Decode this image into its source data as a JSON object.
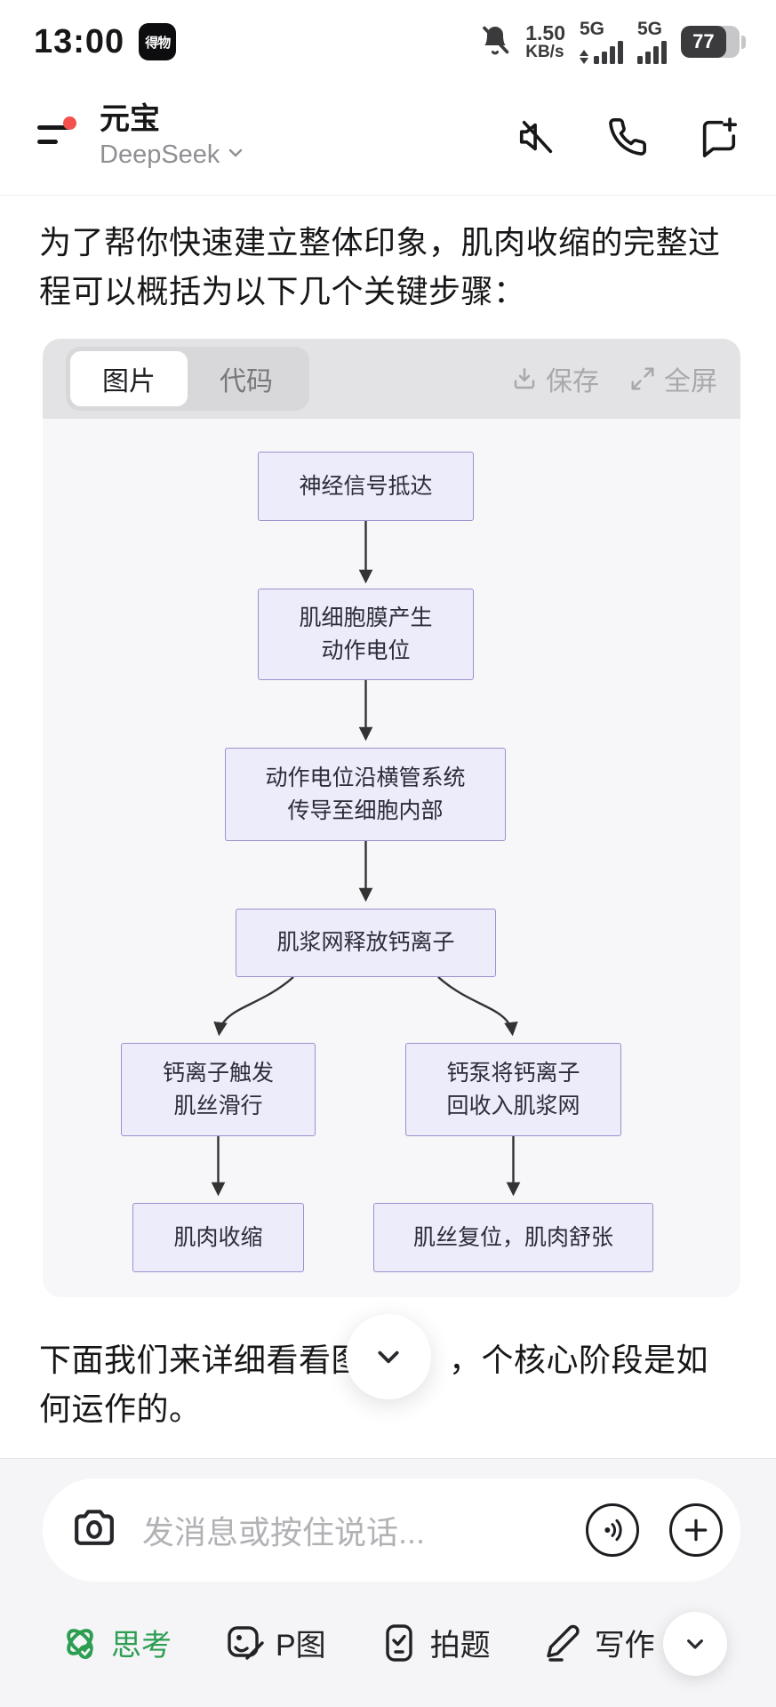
{
  "status_bar": {
    "time": "13:00",
    "app_badge": "得物",
    "net_speed_value": "1.50",
    "net_speed_unit": "KB/s",
    "sim1_label": "5G",
    "sim2_label": "5G",
    "battery_percent": "77"
  },
  "header": {
    "title": "元宝",
    "model": "DeepSeek"
  },
  "chat": {
    "intro": "为了帮你快速建立整体印象，肌肉收缩的完整过程可以概括为以下几个关键步骤：",
    "outro_before_button": "下面我们来详细看看图",
    "outro_after_button": "，个核心阶段是如何运作的。"
  },
  "artifact_card": {
    "tab_image": "图片",
    "tab_code": "代码",
    "save_label": "保存",
    "fullscreen_label": "全屏"
  },
  "flowchart": {
    "type": "flowchart",
    "nodes": [
      {
        "id": "A",
        "lines": [
          "神经信号抵达"
        ]
      },
      {
        "id": "B",
        "lines": [
          "肌细胞膜产生",
          "动作电位"
        ]
      },
      {
        "id": "C",
        "lines": [
          "动作电位沿横管系统",
          "传导至细胞内部"
        ]
      },
      {
        "id": "D",
        "lines": [
          "肌浆网释放钙离子"
        ]
      },
      {
        "id": "E",
        "lines": [
          "钙离子触发",
          "肌丝滑行"
        ]
      },
      {
        "id": "F",
        "lines": [
          "钙泵将钙离子",
          "回收入肌浆网"
        ]
      },
      {
        "id": "G",
        "lines": [
          "肌肉收缩"
        ]
      },
      {
        "id": "H",
        "lines": [
          "肌丝复位，肌肉舒张"
        ]
      }
    ],
    "edges": [
      [
        "A",
        "B"
      ],
      [
        "B",
        "C"
      ],
      [
        "C",
        "D"
      ],
      [
        "D",
        "E"
      ],
      [
        "D",
        "F"
      ],
      [
        "E",
        "G"
      ],
      [
        "F",
        "H"
      ]
    ],
    "node_fill": "#ECECFB",
    "node_border": "#9B90CE",
    "arrow_color": "#333333"
  },
  "composer": {
    "placeholder": "发消息或按住说话..."
  },
  "toolbar": {
    "items": [
      {
        "label": "思考",
        "active": true
      },
      {
        "label": "P图",
        "active": false
      },
      {
        "label": "拍题",
        "active": false
      },
      {
        "label": "写作",
        "active": false
      }
    ],
    "active_color": "#2C9E52"
  }
}
